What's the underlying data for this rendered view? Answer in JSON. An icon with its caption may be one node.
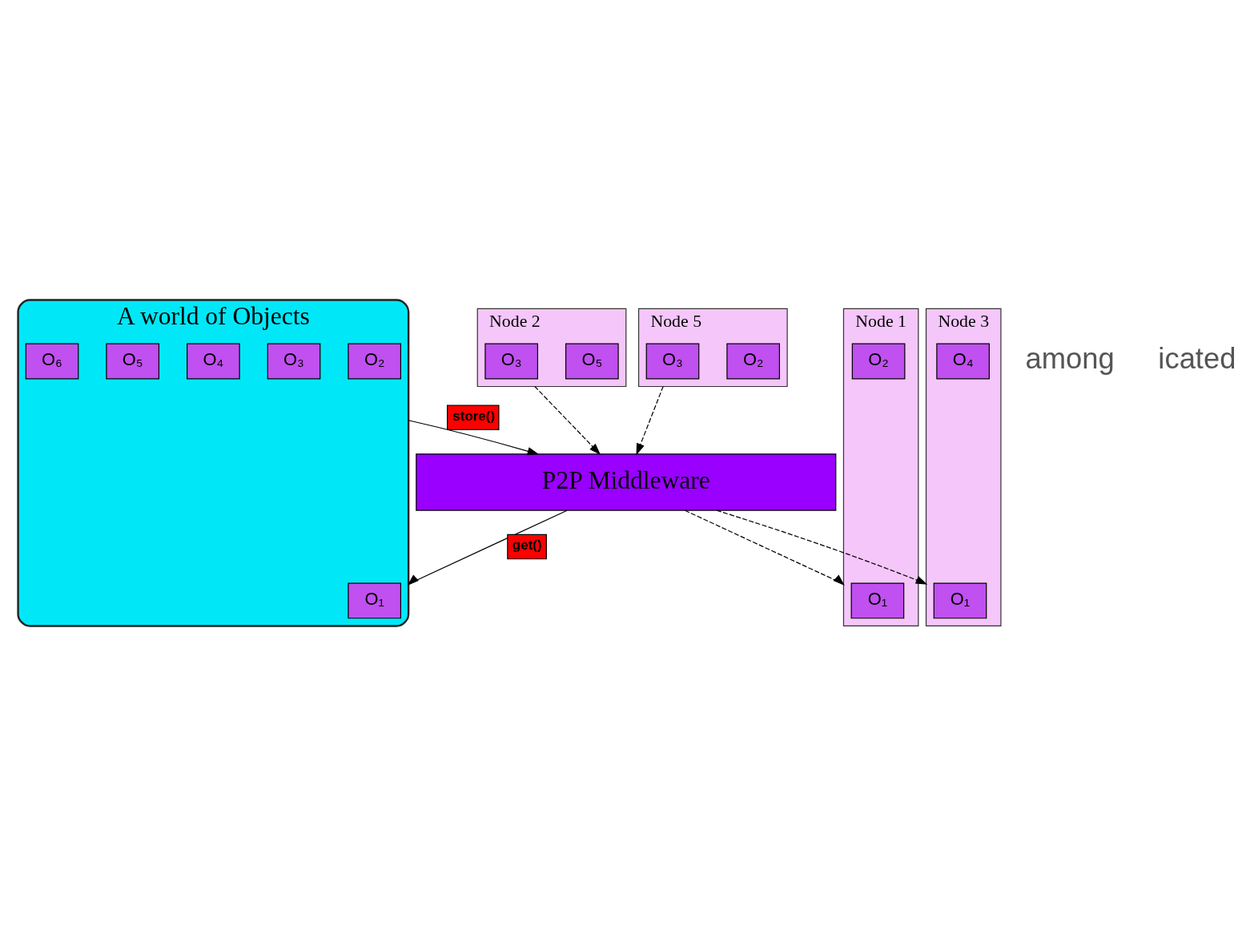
{
  "diagram": {
    "nodes": [
      {
        "text": [
          "A world of Objects"
        ]
      },
      {
        "text": [
          "O₁"
        ],
        "in": 0
      },
      {
        "text": [
          "O₂"
        ],
        "in": 0
      },
      {
        "text": [
          "O₃"
        ],
        "in": 0
      },
      {
        "text": [
          "O₄"
        ],
        "in": 0
      },
      {
        "text": [
          "O₅"
        ],
        "in": 0
      },
      {
        "text": [
          "O₆"
        ],
        "in": 0
      },
      {
        "text": [
          "P2P Middleware"
        ]
      },
      {
        "text": [
          "Node 1"
        ]
      },
      {
        "text": [
          "O₁"
        ],
        "in": 8
      },
      {
        "text": [
          "O₂"
        ],
        "in": 8
      },
      {
        "text": [
          "Node 2"
        ]
      },
      {
        "text": [
          "O₅"
        ],
        "in": 11
      },
      {
        "text": [
          "O₃"
        ],
        "in": 11
      },
      {
        "text": [
          "Node 3"
        ]
      },
      {
        "text": [
          "O₁"
        ],
        "in": 14
      },
      {
        "text": [
          "O₄"
        ],
        "in": 14
      },
      {
        "text": [
          "Node 5"
        ]
      },
      {
        "text": [
          "O₂"
        ],
        "in": 17
      },
      {
        "text": [
          "O₃"
        ],
        "in": 17
      }
    ],
    "edges": [
      {
        "from": 0,
        "to": 7,
        "arrow": "to",
        "label": "store()"
      },
      {
        "from": 7,
        "to": 0,
        "arrow": "to",
        "label": "get()"
      },
      {
        "from": 7,
        "to": 8,
        "arrow": "to",
        "style": "dashed"
      },
      {
        "from": 11,
        "to": 7,
        "arrow": "to",
        "style": "dashed"
      },
      {
        "from": 7,
        "to": 14,
        "arrow": "to",
        "style": "dashed"
      },
      {
        "from": 17,
        "to": 7,
        "arrow": "to",
        "style": "dashed"
      }
    ],
    "labels": [
      "among",
      "icated"
    ]
  }
}
